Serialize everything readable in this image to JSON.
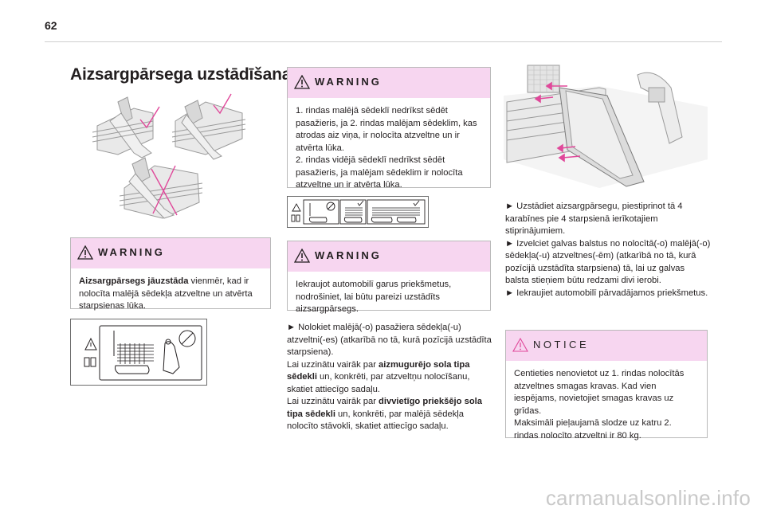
{
  "page_number": "62",
  "title": "Aizsargpārsega uzstādīšana",
  "warning1": {
    "heading": "WARNING",
    "bold": "Aizsargpārsegs jāuzstāda",
    "text": " vienmēr, kad ir nolocīta malējā sēdekļa atzveltne un atvērta starpsienas lūka."
  },
  "warning2": {
    "heading": "WARNING",
    "lines": [
      "1. rindas malējā sēdeklī nedrīkst sēdēt",
      "pasažieris, ja 2. rindas malējam sēdeklim, kas",
      "atrodas aiz viņa, ir nolocīta atzveltne un ir",
      "atvērta lūka.",
      "2. rindas vidējā sēdeklī nedrīkst sēdēt",
      "pasažieris, ja malējam sēdeklim ir nolocīta",
      "atzveltne un ir atvērta lūka."
    ]
  },
  "warning3": {
    "heading": "WARNING",
    "lines": [
      "Iekraujot automobilī garus priekšmetus,",
      "nodrošiniet, lai būtu pareizi uzstādīts",
      "aizsargpārsegs."
    ]
  },
  "middle_text": {
    "p1": "► Nolokiet malējā(-o) pasažiera sēdekļa(-u) atzveltni(-es) (atkarībā no tā, kurā pozīcijā uzstādīta starpsiena).",
    "p2_pre": "Lai uzzinātu vairāk par ",
    "p2_bold": "aizmugurējo sola tipa sēdekli",
    "p2_post": " un, konkrēti, par atzveltņu nolocīšanu, skatiet attiecīgo sadaļu.",
    "p3_pre": "Lai uzzinātu vairāk par ",
    "p3_bold": "divvietīgo priekšējo sola tipa sēdekli",
    "p3_post": " un, konkrēti, par malējā sēdekļa nolocīto stāvokli, skatiet attiecīgo sadaļu."
  },
  "right_text": {
    "p1": "► Uzstādiet aizsargpārsegu, piestiprinot tā 4 karabīnes pie 4 starpsienā ierīkotajiem stiprinājumiem.",
    "p2": "► Izvelciet galvas balstus no nolocītā(-o) malējā(-o) sēdekļa(-u) atzveltnes(-ēm) (atkarībā no tā, kurā pozīcijā uzstādīta starpsiena) tā, lai uz galvas balsta stieņiem būtu redzami divi ierobi.",
    "p3": "► Iekraujiet automobilī pārvadājamos priekšmetus."
  },
  "notice": {
    "heading": "NOTICE",
    "lines": [
      "Centieties nenovietot uz 1. rindas nolocītās",
      "atzveltnes smagas kravas. Kad vien",
      "iespējams, novietojiet smagas kravas uz",
      "grīdas.",
      "Maksimāli pieļaujamā slodze uz katru 2.",
      "rindas nolocīto atzveltni ir 80 kg."
    ]
  },
  "watermark": "carmanualsonline.info",
  "colors": {
    "warning_bg": "#f7d6f0",
    "accent_pink": "#e0489a",
    "text": "#231f20"
  }
}
